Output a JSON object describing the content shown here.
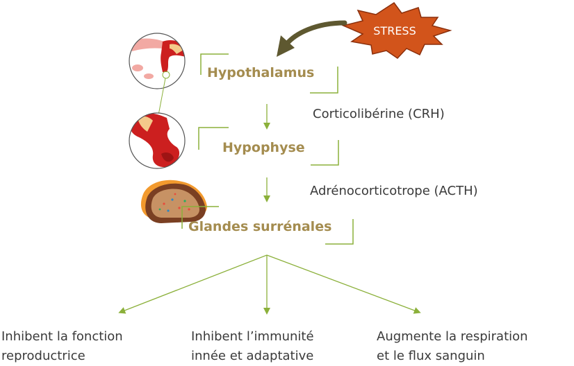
{
  "stress": {
    "label": "STRESS",
    "color": "#d2541b"
  },
  "organs": [
    {
      "id": "hypothalamus",
      "label": "Hypothalamus"
    },
    {
      "id": "hypophysis",
      "label": "Hypophyse"
    },
    {
      "id": "adrenal",
      "label": "Glandes surrénales"
    }
  ],
  "hormones": [
    {
      "id": "crh",
      "label": "Corticolibérine (CRH)"
    },
    {
      "id": "acth",
      "label": "Adrénocorticotrope (ACTH)"
    }
  ],
  "effects": [
    {
      "id": "reproductive",
      "line1": "Inhibent la fonction",
      "line2": "reproductrice"
    },
    {
      "id": "immunity",
      "line1": "Inhibent l’immunité",
      "line2": "innée et adaptative"
    },
    {
      "id": "respiration",
      "line1": "Augmente la respiration",
      "line2": "et le flux sanguin"
    }
  ],
  "colors": {
    "bracket_green": "#8bb03a",
    "organ_text": "#a48c4f",
    "stress_arrow": "#5e5830",
    "body_text": "#3a3a3a"
  }
}
